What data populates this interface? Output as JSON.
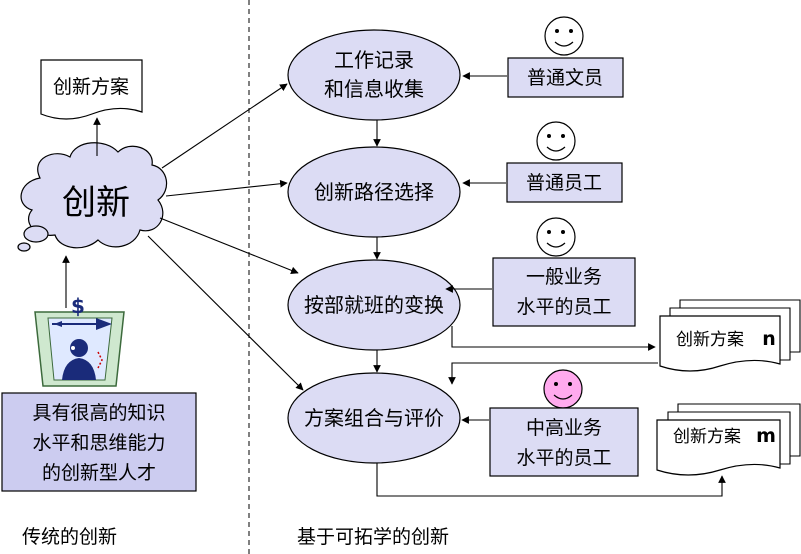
{
  "left": {
    "caption": "传统的创新",
    "cloud_label": "创新",
    "output_doc": "创新方案",
    "talent_box": [
      "具有很高的知识",
      "水平和思维能力",
      "的创新型人才"
    ],
    "talent_icon": "person-with-dollar-sign-icon"
  },
  "right": {
    "caption": "基于可拓学的创新",
    "steps": [
      {
        "lines": [
          "工作记录",
          "和信息收集"
        ]
      },
      {
        "lines": [
          "创新路径选择"
        ]
      },
      {
        "lines": [
          "按部就班的变换"
        ]
      },
      {
        "lines": [
          "方案组合与评价"
        ]
      }
    ],
    "roles": [
      {
        "lines": [
          "普通文员"
        ],
        "face_color": "#ffffff"
      },
      {
        "lines": [
          "普通员工"
        ],
        "face_color": "#ffffff"
      },
      {
        "lines": [
          "一般业务",
          "水平的员工"
        ],
        "face_color": "#ffffff"
      },
      {
        "lines": [
          "中高业务",
          "水平的员工"
        ],
        "face_color": "#ffaaee"
      }
    ],
    "outputs": [
      {
        "label": "创新方案",
        "suffix": "n"
      },
      {
        "label": "创新方案",
        "suffix": "m"
      }
    ]
  },
  "colors": {
    "node_fill": "#dcdcf4",
    "box_fill": "#dcdcf4",
    "talent_box_fill": "#ccccf0",
    "face_highlight": "#ffaaee"
  }
}
